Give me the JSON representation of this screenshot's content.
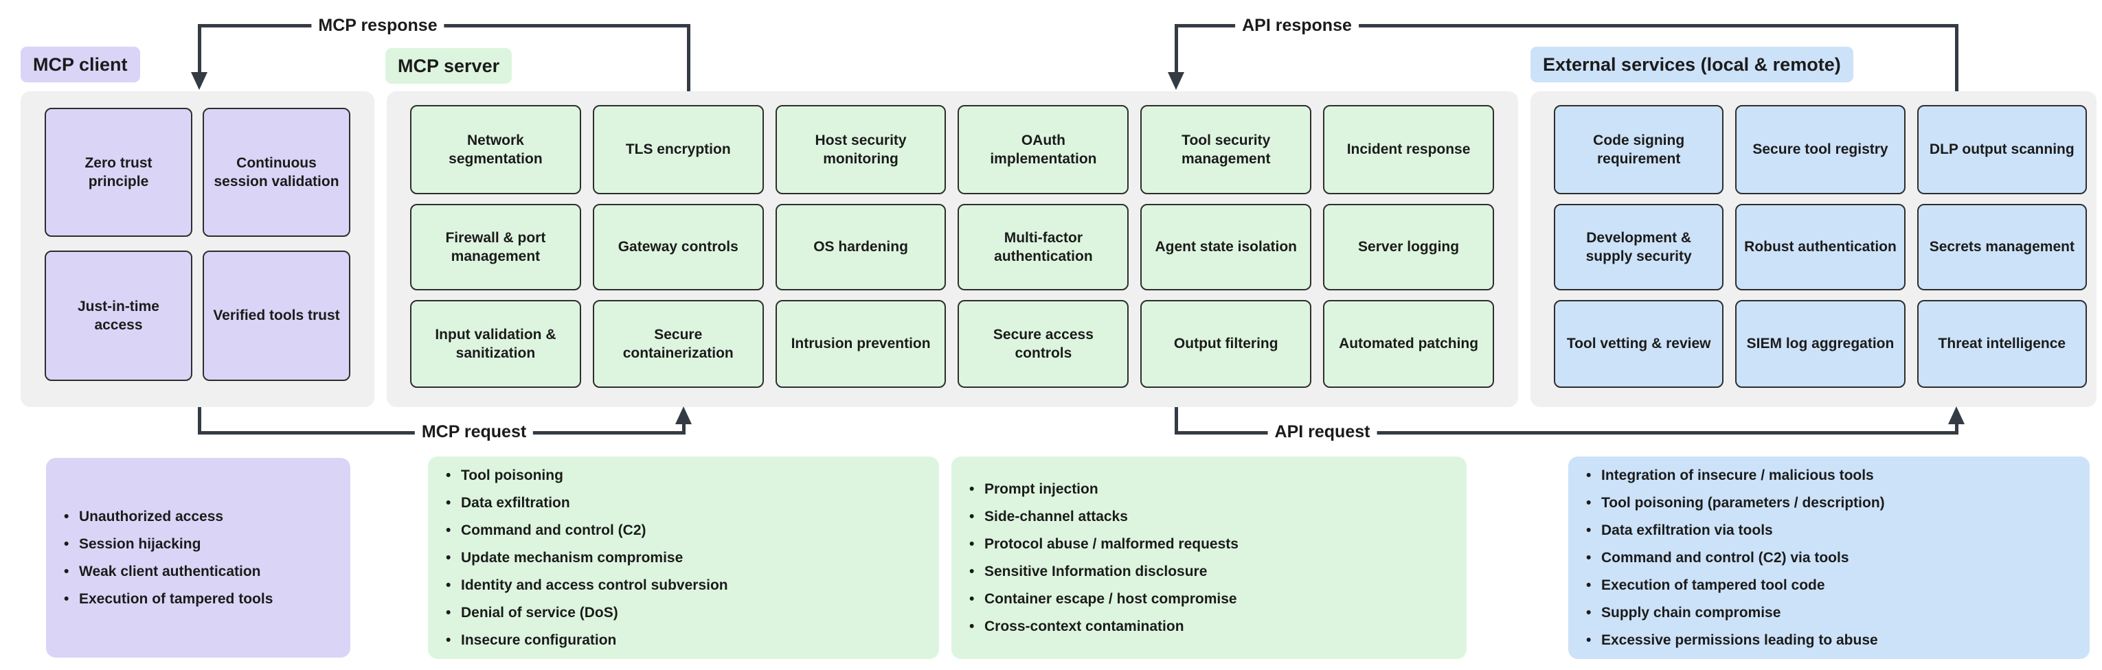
{
  "sections": {
    "client": {
      "label": "MCP client",
      "rows": [
        [
          "Zero trust principle",
          "Continuous session validation"
        ],
        [
          "Just-in-time access",
          "Verified tools trust"
        ]
      ]
    },
    "server": {
      "label": "MCP server",
      "rows": [
        [
          "Network segmentation",
          "TLS encryption",
          "Host security monitoring",
          "OAuth implementation",
          "Tool security management",
          "Incident response"
        ],
        [
          "Firewall & port management",
          "Gateway controls",
          "OS hardening",
          "Multi-factor authentication",
          "Agent state isolation",
          "Server logging"
        ],
        [
          "Input validation & sanitization",
          "Secure containerization",
          "Intrusion prevention",
          "Secure access controls",
          "Output filtering",
          "Automated patching"
        ]
      ]
    },
    "external": {
      "label": "External services (local & remote)",
      "rows": [
        [
          "Code signing requirement",
          "Secure tool registry",
          "DLP output scanning"
        ],
        [
          "Development & supply security",
          "Robust authentication",
          "Secrets management"
        ],
        [
          "Tool vetting & review",
          "SIEM log aggregation",
          "Threat intelligence"
        ]
      ]
    }
  },
  "arrows": {
    "mcp_response": "MCP response",
    "mcp_request": "MCP request",
    "api_response": "API response",
    "api_request": "API request"
  },
  "threat_lists": {
    "client": [
      "Unauthorized access",
      "Session hijacking",
      "Weak client authentication",
      "Execution of tampered tools"
    ],
    "server_left": [
      "Tool poisoning",
      "Data exfiltration",
      "Command and control (C2)",
      "Update mechanism compromise",
      "Identity and access control subversion",
      "Denial of service (DoS)",
      "Insecure configuration"
    ],
    "server_right": [
      "Prompt injection",
      "Side-channel attacks",
      "Protocol abuse / malformed requests",
      "Sensitive Information disclosure",
      "Container escape / host compromise",
      "Cross-context contamination"
    ],
    "external": [
      "Integration of insecure / malicious tools",
      "Tool poisoning (parameters / description)",
      "Data exfiltration via tools",
      "Command and control (C2) via tools",
      "Execution of tampered tool code",
      "Supply chain compromise",
      "Excessive permissions leading to abuse"
    ]
  },
  "colors": {
    "lavender": "#dad5f6",
    "green": "#ddf5df",
    "blue": "#cce2f8",
    "panel_gray": "#f0f0f0",
    "arrow": "#343b44"
  }
}
